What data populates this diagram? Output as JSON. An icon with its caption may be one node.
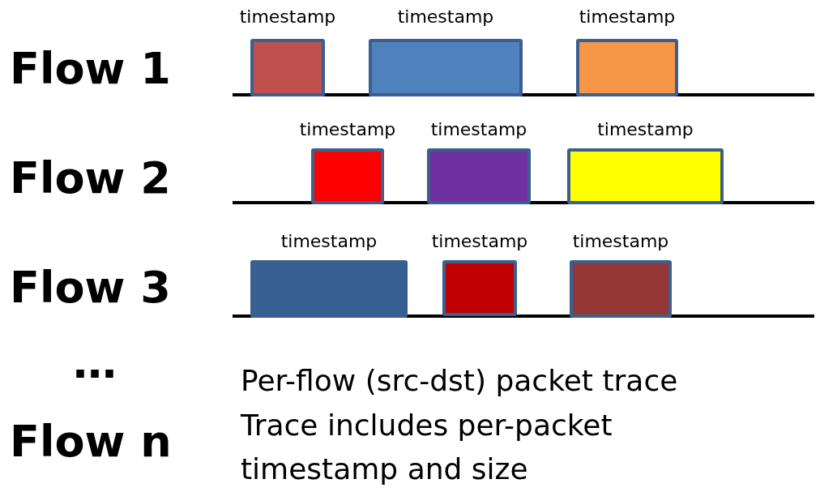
{
  "diagram": {
    "nodes": [
      {
        "text": [
          "timestamp"
        ]
      },
      {
        "text": [
          "timestamp"
        ]
      },
      {
        "text": [
          "timestamp"
        ]
      },
      {
        "text": [
          "timestamp"
        ]
      },
      {
        "text": [
          "timestamp"
        ]
      },
      {
        "text": [
          "timestamp"
        ]
      },
      {
        "text": [
          "timestamp"
        ]
      },
      {
        "text": [
          "timestamp"
        ]
      },
      {
        "text": [
          "timestamp"
        ]
      }
    ],
    "labels": [
      "Flow 1",
      "Flow 2",
      "Flow 3",
      "…",
      "Flow n",
      "Per-flow (src-dst) packet trace",
      "Trace includes per-packet timestamp and size"
    ]
  }
}
